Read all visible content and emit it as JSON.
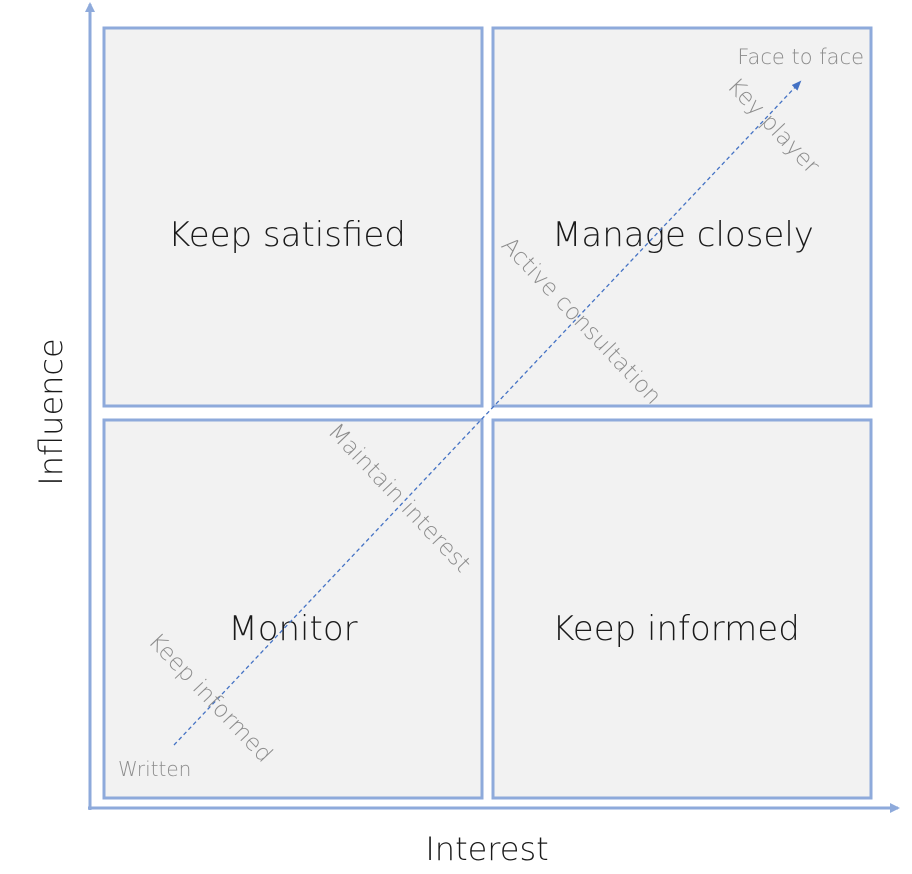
{
  "axes": {
    "x_label": "Interest",
    "y_label": "Influence"
  },
  "quadrants": {
    "top_left": "Keep satisfied",
    "top_right": "Manage closely",
    "bottom_left": "Monitor",
    "bottom_right": "Keep informed"
  },
  "engagement_line": {
    "start_label": "Written",
    "end_label": "Face to face",
    "stages": [
      "Keep informed",
      "Maintain interest",
      "Active consultation",
      "Key player"
    ]
  },
  "colors": {
    "axis": "#8eaadb",
    "box_border": "#8eaadb",
    "box_fill": "#f2f2f2",
    "arrow": "#4472c4"
  }
}
